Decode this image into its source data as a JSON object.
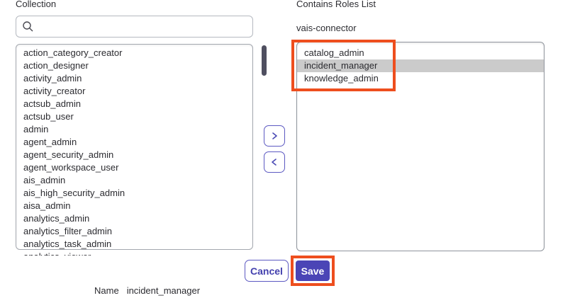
{
  "collection": {
    "label": "Collection",
    "search": {
      "value": "",
      "icon": "search-icon"
    },
    "items": [
      "action_category_creator",
      "action_designer",
      "activity_admin",
      "activity_creator",
      "actsub_admin",
      "actsub_user",
      "admin",
      "agent_admin",
      "agent_security_admin",
      "agent_workspace_user",
      "ais_admin",
      "ais_high_security_admin",
      "aisa_admin",
      "analytics_admin",
      "analytics_filter_admin",
      "analytics_task_admin"
    ],
    "partial_item": "analytics_viewer"
  },
  "transfer": {
    "move_right_icon": "chevron-right-icon",
    "move_left_icon": "chevron-left-icon"
  },
  "contains": {
    "label": "Contains Roles List",
    "group_name": "vais-connector",
    "items": [
      "catalog_admin",
      "incident_manager",
      "knowledge_admin"
    ],
    "selected_item": "incident_manager"
  },
  "footer": {
    "cancel_label": "Cancel",
    "save_label": "Save"
  },
  "name_row": {
    "label": "Name",
    "value": "incident_manager"
  },
  "colors": {
    "accent_indigo": "#4b45b6",
    "selected_row_gray": "#cbcbcb",
    "annotation_orange": "#ee4e1e"
  }
}
